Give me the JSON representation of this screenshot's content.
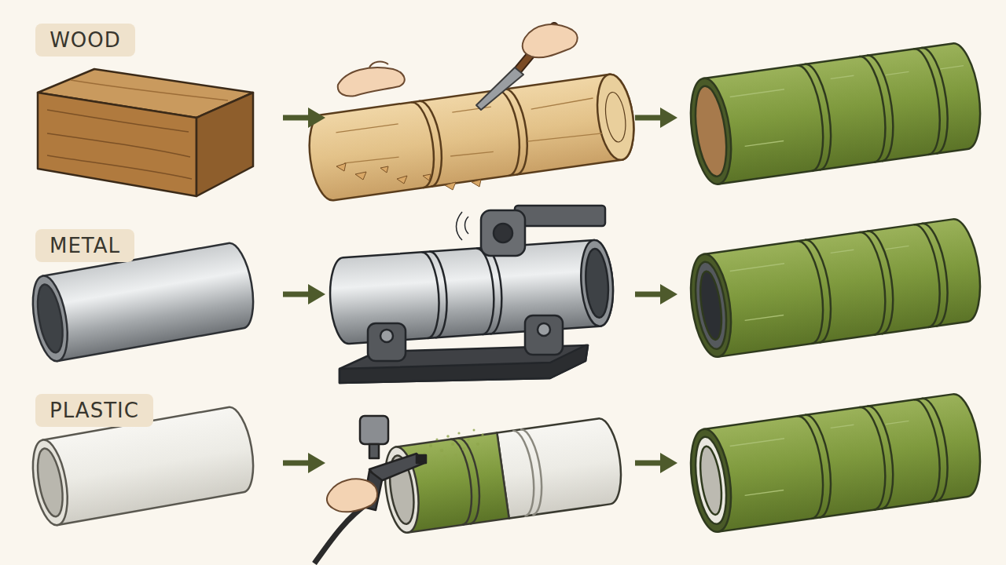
{
  "diagram": {
    "nodes": [
      {
        "text": [
          "WOOD"
        ]
      },
      {
        "text": [
          "METAL"
        ]
      },
      {
        "text": [
          "PLASTIC"
        ]
      }
    ]
  }
}
